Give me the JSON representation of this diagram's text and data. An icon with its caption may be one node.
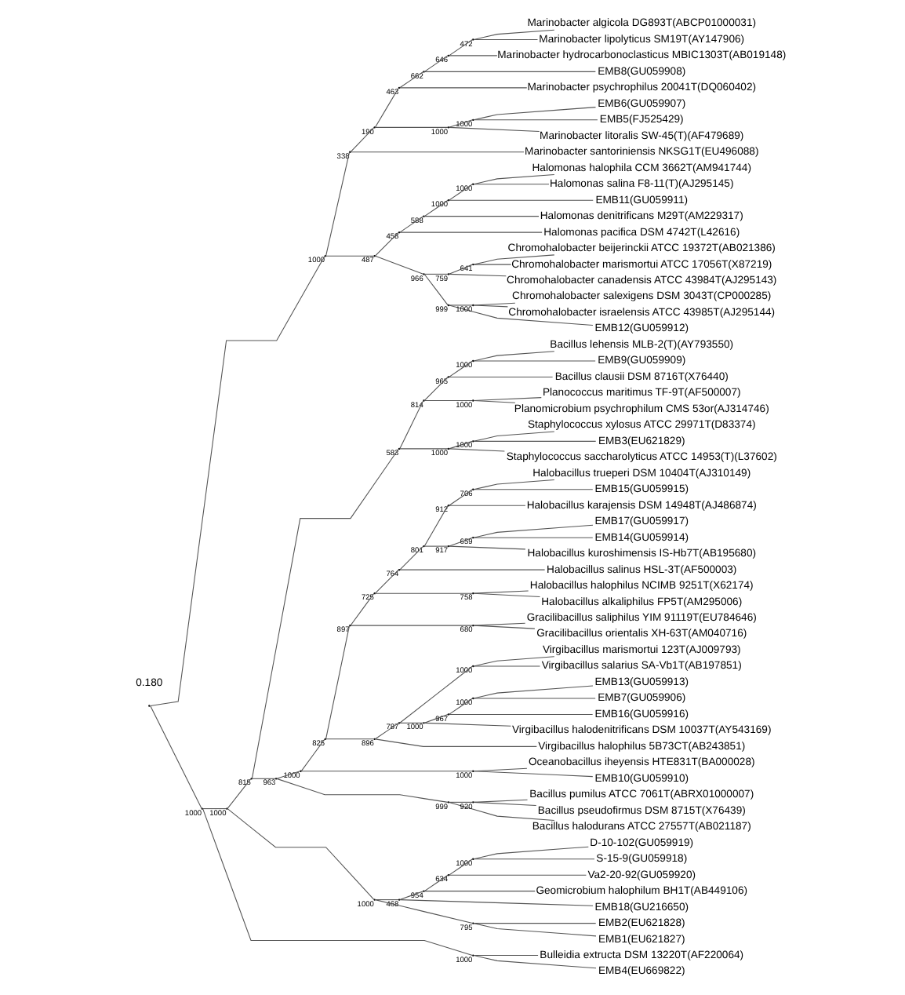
{
  "diagram": {
    "nodes": [
      {
        "text": [
          "Marinobacter algicola DG893T(ABCP01000031)"
        ]
      },
      {
        "text": [
          "Marinobacter lipolyticus SM19T(AY147906)"
        ]
      },
      {
        "text": [
          "Marinobacter hydrocarbonoclasticus MBIC1303T(AB019148)"
        ]
      },
      {
        "text": [
          "EMB8(GU059908)"
        ]
      },
      {
        "text": [
          "Marinobacter psychrophilus 20041T(DQ060402)"
        ]
      },
      {
        "text": [
          "EMB6(GU059907)"
        ]
      },
      {
        "text": [
          "EMB5(FJ525429)"
        ]
      },
      {
        "text": [
          "Marinobacter litoralis SW-45(T)(AF479689)"
        ]
      },
      {
        "text": [
          "Marinobacter santoriniensis NKSG1T(EU496088)"
        ]
      },
      {
        "text": [
          "Halomonas halophila CCM 3662T(AM941744)"
        ]
      },
      {
        "text": [
          "Halomonas salina F8-11(T)(AJ295145)"
        ]
      },
      {
        "text": [
          "EMB11(GU059911)"
        ]
      },
      {
        "text": [
          "Halomonas denitrificans M29T(AM229317)"
        ]
      },
      {
        "text": [
          "Halomonas pacifica DSM 4742T(L42616)"
        ]
      },
      {
        "text": [
          "Chromohalobacter beijerinckii ATCC 19372T(AB021386)"
        ]
      },
      {
        "text": [
          "Chromohalobacter marismortui ATCC 17056T(X87219)"
        ]
      },
      {
        "text": [
          "Chromohalobacter canadensis ATCC 43984T(AJ295143)"
        ]
      },
      {
        "text": [
          "Chromohalobacter salexigens DSM 3043T(CP000285)"
        ]
      },
      {
        "text": [
          "Chromohalobacter israelensis ATCC 43985T(AJ295144)"
        ]
      },
      {
        "text": [
          "EMB12(GU059912)"
        ]
      },
      {
        "text": [
          "Bacillus lehensis MLB-2(T)(AY793550)"
        ]
      },
      {
        "text": [
          "EMB9(GU059909)"
        ]
      },
      {
        "text": [
          "Bacillus clausii DSM 8716T(X76440)"
        ]
      },
      {
        "text": [
          "Planococcus maritimus TF-9T(AF500007)"
        ]
      },
      {
        "text": [
          "Planomicrobium psychrophilum CMS 53or(AJ314746)"
        ]
      },
      {
        "text": [
          "Staphylococcus xylosus ATCC 29971T(D83374)"
        ]
      },
      {
        "text": [
          "EMB3(EU621829)"
        ]
      },
      {
        "text": [
          "Staphylococcus saccharolyticus ATCC 14953(T)(L37602)"
        ]
      },
      {
        "text": [
          "Halobacillus trueperi DSM 10404T(AJ310149)"
        ]
      },
      {
        "text": [
          "EMB15(GU059915)"
        ]
      },
      {
        "text": [
          "Halobacillus karajensis DSM 14948T(AJ486874)"
        ]
      },
      {
        "text": [
          "EMB17(GU059917)"
        ]
      },
      {
        "text": [
          "EMB14(GU059914)"
        ]
      },
      {
        "text": [
          "Halobacillus kuroshimensis IS-Hb7T(AB195680)"
        ]
      },
      {
        "text": [
          "Halobacillus salinus HSL-3T(AF500003)"
        ]
      },
      {
        "text": [
          "Halobacillus halophilus NCIMB 9251T(X62174)"
        ]
      },
      {
        "text": [
          "Halobacillus alkaliphilus FP5T(AM295006)"
        ]
      },
      {
        "text": [
          "Gracilibacillus saliphilus YIM 91119T(EU784646)"
        ]
      },
      {
        "text": [
          "Gracilibacillus orientalis XH-63T(AM040716)"
        ]
      },
      {
        "text": [
          "Virgibacillus marismortui 123T(AJ009793)"
        ]
      },
      {
        "text": [
          "Virgibacillus salarius SA-Vb1T(AB197851)"
        ]
      },
      {
        "text": [
          "EMB13(GU059913)"
        ]
      },
      {
        "text": [
          "EMB7(GU059906)"
        ]
      },
      {
        "text": [
          "EMB16(GU059916)"
        ]
      },
      {
        "text": [
          "Virgibacillus halodenitrificans DSM 10037T(AY543169)"
        ]
      },
      {
        "text": [
          "Virgibacillus halophilus 5B73CT(AB243851)"
        ]
      },
      {
        "text": [
          "Oceanobacillus iheyensis HTE831T(BA000028)"
        ]
      },
      {
        "text": [
          "EMB10(GU059910)"
        ]
      },
      {
        "text": [
          "Bacillus pumilus ATCC 7061T(ABRX01000007)"
        ]
      },
      {
        "text": [
          "Bacillus pseudofirmus DSM 8715T(X76439)"
        ]
      },
      {
        "text": [
          "Bacillus halodurans ATCC 27557T(AB021187)"
        ]
      },
      {
        "text": [
          "D-10-102(GU059919)"
        ]
      },
      {
        "text": [
          "S-15-9(GU059918)"
        ]
      },
      {
        "text": [
          "Va2-20-92(GU059920)"
        ]
      },
      {
        "text": [
          "Geomicrobium halophilum BH1T(AB449106)"
        ]
      },
      {
        "text": [
          "EMB18(GU216650)"
        ]
      },
      {
        "text": [
          "EMB2(EU621828)"
        ]
      },
      {
        "text": [
          "EMB1(EU621827)"
        ]
      },
      {
        "text": [
          "Bulleidia extructa DSM 13220T(AF220064)"
        ]
      },
      {
        "text": [
          "EMB4(EU669822)"
        ]
      },
      {
        "text": [],
        "shape": "point"
      },
      {
        "text": [],
        "shape": "point",
        "beside": [
          "1000"
        ]
      },
      {
        "text": [],
        "shape": "point",
        "beside": [
          "338"
        ]
      },
      {
        "text": [],
        "shape": "point",
        "beside": [
          "190"
        ]
      },
      {
        "text": [],
        "shape": "point",
        "beside": [
          "463"
        ]
      },
      {
        "text": [],
        "shape": "point",
        "beside": [
          "662"
        ]
      },
      {
        "text": [],
        "shape": "point",
        "beside": [
          "646"
        ]
      },
      {
        "text": [],
        "shape": "point",
        "beside": [
          "472"
        ]
      },
      {
        "text": [],
        "shape": "point",
        "beside": [
          "1000"
        ]
      },
      {
        "text": [],
        "shape": "point",
        "beside": [
          "1000"
        ]
      },
      {
        "text": [],
        "shape": "point",
        "beside": [
          "487"
        ]
      },
      {
        "text": [],
        "shape": "point",
        "beside": [
          "458"
        ]
      },
      {
        "text": [],
        "shape": "point",
        "beside": [
          "588"
        ]
      },
      {
        "text": [],
        "shape": "point",
        "beside": [
          "1000"
        ]
      },
      {
        "text": [],
        "shape": "point",
        "beside": [
          "1000"
        ]
      },
      {
        "text": [],
        "shape": "point",
        "beside": [
          "966"
        ]
      },
      {
        "text": [],
        "shape": "point",
        "beside": [
          "759"
        ]
      },
      {
        "text": [],
        "shape": "point",
        "beside": [
          "641"
        ]
      },
      {
        "text": [],
        "shape": "point",
        "beside": [
          "999"
        ]
      },
      {
        "text": [],
        "shape": "point",
        "beside": [
          "1000"
        ]
      },
      {
        "text": [],
        "shape": "point",
        "beside": [
          "1000"
        ]
      },
      {
        "text": [],
        "shape": "point",
        "beside": [
          "1000"
        ]
      },
      {
        "text": [],
        "shape": "point",
        "beside": [
          "815"
        ]
      },
      {
        "text": [],
        "shape": "point",
        "beside": [
          "583"
        ]
      },
      {
        "text": [],
        "shape": "point",
        "beside": [
          "814"
        ]
      },
      {
        "text": [],
        "shape": "point",
        "beside": [
          "965"
        ]
      },
      {
        "text": [],
        "shape": "point",
        "beside": [
          "1000"
        ]
      },
      {
        "text": [],
        "shape": "point",
        "beside": [
          "1000"
        ]
      },
      {
        "text": [],
        "shape": "point",
        "beside": [
          "1000"
        ]
      },
      {
        "text": [],
        "shape": "point",
        "beside": [
          "1000"
        ]
      },
      {
        "text": [],
        "shape": "point",
        "beside": [
          "963"
        ]
      },
      {
        "text": [],
        "shape": "point",
        "beside": [
          "1000"
        ]
      },
      {
        "text": [],
        "shape": "point",
        "beside": [
          "825"
        ]
      },
      {
        "text": [],
        "shape": "point",
        "beside": [
          "897"
        ]
      },
      {
        "text": [],
        "shape": "point",
        "beside": [
          "725"
        ]
      },
      {
        "text": [],
        "shape": "point",
        "beside": [
          "764"
        ]
      },
      {
        "text": [],
        "shape": "point",
        "beside": [
          "801"
        ]
      },
      {
        "text": [],
        "shape": "point",
        "beside": [
          "912"
        ]
      },
      {
        "text": [],
        "shape": "point",
        "beside": [
          "706"
        ]
      },
      {
        "text": [],
        "shape": "point",
        "beside": [
          "917"
        ]
      },
      {
        "text": [],
        "shape": "point",
        "beside": [
          "659"
        ]
      },
      {
        "text": [],
        "shape": "point",
        "beside": [
          "758"
        ]
      },
      {
        "text": [],
        "shape": "point",
        "beside": [
          "680"
        ]
      },
      {
        "text": [],
        "shape": "point",
        "beside": [
          "896"
        ]
      },
      {
        "text": [],
        "shape": "point",
        "beside": [
          "787"
        ]
      },
      {
        "text": [],
        "shape": "point",
        "beside": [
          "1000"
        ]
      },
      {
        "text": [],
        "shape": "point",
        "beside": [
          "1000"
        ]
      },
      {
        "text": [],
        "shape": "point",
        "beside": [
          "967"
        ]
      },
      {
        "text": [],
        "shape": "point",
        "beside": [
          "1000"
        ]
      },
      {
        "text": [],
        "shape": "point",
        "beside": [
          "1000"
        ]
      },
      {
        "text": [],
        "shape": "point",
        "beside": [
          "999"
        ]
      },
      {
        "text": [],
        "shape": "point",
        "beside": [
          "920"
        ]
      },
      {
        "text": [],
        "shape": "point",
        "beside": [
          "1000"
        ]
      },
      {
        "text": [],
        "shape": "point",
        "beside": [
          "468"
        ]
      },
      {
        "text": [],
        "shape": "point",
        "beside": [
          "954"
        ]
      },
      {
        "text": [],
        "shape": "point",
        "beside": [
          "634"
        ]
      },
      {
        "text": [],
        "shape": "point",
        "beside": [
          "1000"
        ]
      },
      {
        "text": [],
        "shape": "point",
        "beside": [
          "795"
        ]
      },
      {
        "text": [],
        "shape": "point",
        "beside": [
          "1000"
        ]
      }
    ],
    "edges": [
      {
        "from": 60,
        "to": 61,
        "arrow": "none"
      },
      {
        "from": 61,
        "to": 62,
        "arrow": "none"
      },
      {
        "from": 62,
        "to": 63,
        "arrow": "none"
      },
      {
        "from": 63,
        "to": 64,
        "arrow": "none"
      },
      {
        "from": 64,
        "to": 65,
        "arrow": "none"
      },
      {
        "from": 65,
        "to": 66,
        "arrow": "none"
      },
      {
        "from": 66,
        "to": 67,
        "arrow": "none"
      },
      {
        "from": 67,
        "to": 0,
        "arrow": "none"
      },
      {
        "from": 67,
        "to": 1,
        "arrow": "none"
      },
      {
        "from": 66,
        "to": 2,
        "arrow": "none"
      },
      {
        "from": 65,
        "to": 3,
        "arrow": "none"
      },
      {
        "from": 64,
        "to": 4,
        "arrow": "none"
      },
      {
        "from": 63,
        "to": 68,
        "arrow": "none"
      },
      {
        "from": 68,
        "to": 69,
        "arrow": "none"
      },
      {
        "from": 69,
        "to": 5,
        "arrow": "none"
      },
      {
        "from": 69,
        "to": 6,
        "arrow": "none"
      },
      {
        "from": 68,
        "to": 7,
        "arrow": "none"
      },
      {
        "from": 62,
        "to": 8,
        "arrow": "none"
      },
      {
        "from": 61,
        "to": 70,
        "arrow": "none"
      },
      {
        "from": 70,
        "to": 71,
        "arrow": "none"
      },
      {
        "from": 71,
        "to": 72,
        "arrow": "none"
      },
      {
        "from": 72,
        "to": 73,
        "arrow": "none"
      },
      {
        "from": 73,
        "to": 74,
        "arrow": "none"
      },
      {
        "from": 74,
        "to": 9,
        "arrow": "none"
      },
      {
        "from": 74,
        "to": 10,
        "arrow": "none"
      },
      {
        "from": 73,
        "to": 11,
        "arrow": "none"
      },
      {
        "from": 72,
        "to": 12,
        "arrow": "none"
      },
      {
        "from": 71,
        "to": 13,
        "arrow": "none"
      },
      {
        "from": 70,
        "to": 75,
        "arrow": "none"
      },
      {
        "from": 75,
        "to": 76,
        "arrow": "none"
      },
      {
        "from": 76,
        "to": 77,
        "arrow": "none"
      },
      {
        "from": 77,
        "to": 14,
        "arrow": "none"
      },
      {
        "from": 77,
        "to": 15,
        "arrow": "none"
      },
      {
        "from": 76,
        "to": 16,
        "arrow": "none"
      },
      {
        "from": 75,
        "to": 78,
        "arrow": "none"
      },
      {
        "from": 78,
        "to": 79,
        "arrow": "none"
      },
      {
        "from": 79,
        "to": 17,
        "arrow": "none"
      },
      {
        "from": 79,
        "to": 18,
        "arrow": "none"
      },
      {
        "from": 78,
        "to": 19,
        "arrow": "none"
      },
      {
        "from": 60,
        "to": 80,
        "arrow": "none"
      },
      {
        "from": 80,
        "to": 81,
        "arrow": "none"
      },
      {
        "from": 81,
        "to": 82,
        "arrow": "none"
      },
      {
        "from": 82,
        "to": 83,
        "arrow": "none"
      },
      {
        "from": 83,
        "to": 84,
        "arrow": "none"
      },
      {
        "from": 84,
        "to": 85,
        "arrow": "none"
      },
      {
        "from": 85,
        "to": 86,
        "arrow": "none"
      },
      {
        "from": 86,
        "to": 20,
        "arrow": "none"
      },
      {
        "from": 86,
        "to": 21,
        "arrow": "none"
      },
      {
        "from": 85,
        "to": 22,
        "arrow": "none"
      },
      {
        "from": 84,
        "to": 87,
        "arrow": "none"
      },
      {
        "from": 87,
        "to": 23,
        "arrow": "none"
      },
      {
        "from": 87,
        "to": 24,
        "arrow": "none"
      },
      {
        "from": 83,
        "to": 88,
        "arrow": "none"
      },
      {
        "from": 88,
        "to": 89,
        "arrow": "none"
      },
      {
        "from": 89,
        "to": 25,
        "arrow": "none"
      },
      {
        "from": 89,
        "to": 26,
        "arrow": "none"
      },
      {
        "from": 88,
        "to": 27,
        "arrow": "none"
      },
      {
        "from": 82,
        "to": 90,
        "arrow": "none"
      },
      {
        "from": 90,
        "to": 91,
        "arrow": "none"
      },
      {
        "from": 91,
        "to": 92,
        "arrow": "none"
      },
      {
        "from": 92,
        "to": 93,
        "arrow": "none"
      },
      {
        "from": 93,
        "to": 94,
        "arrow": "none"
      },
      {
        "from": 94,
        "to": 95,
        "arrow": "none"
      },
      {
        "from": 95,
        "to": 96,
        "arrow": "none"
      },
      {
        "from": 96,
        "to": 97,
        "arrow": "none"
      },
      {
        "from": 97,
        "to": 98,
        "arrow": "none"
      },
      {
        "from": 98,
        "to": 28,
        "arrow": "none"
      },
      {
        "from": 98,
        "to": 29,
        "arrow": "none"
      },
      {
        "from": 97,
        "to": 30,
        "arrow": "none"
      },
      {
        "from": 96,
        "to": 99,
        "arrow": "none"
      },
      {
        "from": 99,
        "to": 100,
        "arrow": "none"
      },
      {
        "from": 100,
        "to": 31,
        "arrow": "none"
      },
      {
        "from": 100,
        "to": 32,
        "arrow": "none"
      },
      {
        "from": 99,
        "to": 33,
        "arrow": "none"
      },
      {
        "from": 95,
        "to": 34,
        "arrow": "none"
      },
      {
        "from": 94,
        "to": 101,
        "arrow": "none"
      },
      {
        "from": 101,
        "to": 35,
        "arrow": "none"
      },
      {
        "from": 101,
        "to": 36,
        "arrow": "none"
      },
      {
        "from": 93,
        "to": 102,
        "arrow": "none"
      },
      {
        "from": 102,
        "to": 37,
        "arrow": "none"
      },
      {
        "from": 102,
        "to": 38,
        "arrow": "none"
      },
      {
        "from": 92,
        "to": 103,
        "arrow": "none"
      },
      {
        "from": 103,
        "to": 104,
        "arrow": "none"
      },
      {
        "from": 104,
        "to": 105,
        "arrow": "none"
      },
      {
        "from": 105,
        "to": 39,
        "arrow": "none"
      },
      {
        "from": 105,
        "to": 40,
        "arrow": "none"
      },
      {
        "from": 104,
        "to": 106,
        "arrow": "none"
      },
      {
        "from": 106,
        "to": 107,
        "arrow": "none"
      },
      {
        "from": 107,
        "to": 108,
        "arrow": "none"
      },
      {
        "from": 108,
        "to": 41,
        "arrow": "none"
      },
      {
        "from": 108,
        "to": 42,
        "arrow": "none"
      },
      {
        "from": 107,
        "to": 43,
        "arrow": "none"
      },
      {
        "from": 106,
        "to": 44,
        "arrow": "none"
      },
      {
        "from": 103,
        "to": 45,
        "arrow": "none"
      },
      {
        "from": 91,
        "to": 109,
        "arrow": "none"
      },
      {
        "from": 109,
        "to": 46,
        "arrow": "none"
      },
      {
        "from": 109,
        "to": 47,
        "arrow": "none"
      },
      {
        "from": 90,
        "to": 110,
        "arrow": "none"
      },
      {
        "from": 110,
        "to": 111,
        "arrow": "none"
      },
      {
        "from": 111,
        "to": 48,
        "arrow": "none"
      },
      {
        "from": 111,
        "to": 49,
        "arrow": "none"
      },
      {
        "from": 110,
        "to": 50,
        "arrow": "none"
      },
      {
        "from": 81,
        "to": 112,
        "arrow": "none"
      },
      {
        "from": 112,
        "to": 113,
        "arrow": "none"
      },
      {
        "from": 113,
        "to": 114,
        "arrow": "none"
      },
      {
        "from": 114,
        "to": 115,
        "arrow": "none"
      },
      {
        "from": 115,
        "to": 116,
        "arrow": "none"
      },
      {
        "from": 116,
        "to": 51,
        "arrow": "none"
      },
      {
        "from": 116,
        "to": 52,
        "arrow": "none"
      },
      {
        "from": 115,
        "to": 53,
        "arrow": "none"
      },
      {
        "from": 114,
        "to": 54,
        "arrow": "none"
      },
      {
        "from": 113,
        "to": 55,
        "arrow": "none"
      },
      {
        "from": 112,
        "to": 117,
        "arrow": "none"
      },
      {
        "from": 117,
        "to": 56,
        "arrow": "none"
      },
      {
        "from": 117,
        "to": 57,
        "arrow": "none"
      },
      {
        "from": 80,
        "to": 118,
        "arrow": "none"
      },
      {
        "from": 118,
        "to": 58,
        "arrow": "none"
      },
      {
        "from": 118,
        "to": 59,
        "arrow": "none"
      }
    ],
    "labels": [
      "0.180"
    ]
  }
}
